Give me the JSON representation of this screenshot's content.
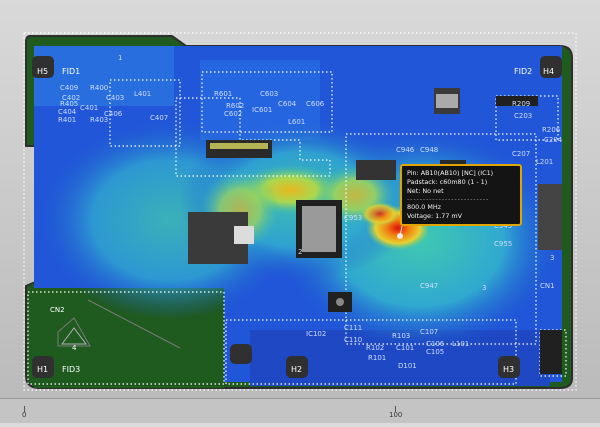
{
  "board": {
    "mount_holes": {
      "h1": "H1",
      "h2": "H2",
      "h3": "H3",
      "h4": "H4",
      "h5": "H5"
    },
    "fiducials": {
      "fid1": "FID1",
      "fid2": "FID2",
      "fid3": "FID3"
    },
    "net_labels": {
      "n1": "1",
      "n2": "2",
      "n3": "3",
      "n3b": "3",
      "n4": "4"
    },
    "components": {
      "c409": "C409",
      "r400": "R400",
      "c402": "C402",
      "c403": "C403",
      "c401": "C401",
      "r405": "R405",
      "c404": "C404",
      "r401": "R401",
      "r403": "R403",
      "c406": "C406",
      "l401": "L401",
      "c407": "C407",
      "r601": "R601",
      "c603": "C603",
      "r602": "R602",
      "ic601": "IC601",
      "c602": "C602",
      "c604": "C604",
      "c606": "C606",
      "l601": "L601",
      "c946": "C946",
      "c948": "C948",
      "c953": "C953",
      "c949": "C949",
      "c955": "C955",
      "c947": "C947",
      "r209": "R209",
      "c203": "C203",
      "r206": "R206",
      "c204": "C204",
      "c207": "C207",
      "l201": "L201",
      "cn1": "CN1",
      "cn2": "CN2",
      "ic102": "IC102",
      "c111": "C111",
      "c110": "C110",
      "r103": "R103",
      "c107": "C107",
      "r102": "R102",
      "c101": "C101",
      "l101": "L101",
      "d101": "D101",
      "r101": "R101",
      "c106": "C106",
      "c105": "C105"
    }
  },
  "tooltip": {
    "pin": "Pin: AB10(AB10) [NC] (IC1)",
    "padstack": "Padstack: c60m80 (1 - 1)",
    "net": "Net: No net",
    "separator": "--------------------------",
    "frequency": "800.0 MHz",
    "voltage": "Voltage: 1.77 mV"
  },
  "ruler": {
    "tick_0": "0",
    "tick_100": "100"
  },
  "colors": {
    "board": "#1f5a1f",
    "hot": "#e0300a",
    "cold": "#1e50c8",
    "highlight": "#e0a500"
  }
}
